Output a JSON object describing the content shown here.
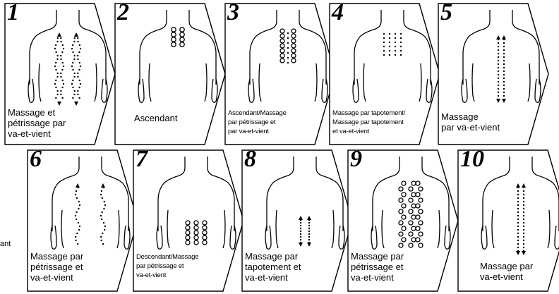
{
  "steps": [
    {
      "num": "1",
      "caption": [
        "Massage et",
        "pétrissage par",
        "va-et-vient"
      ],
      "pattern": "kneading-full"
    },
    {
      "num": "2",
      "caption": [
        "Ascendant"
      ],
      "pattern": "neck-circles"
    },
    {
      "num": "3",
      "caption": [
        "Ascendant/Massage",
        "par pétrissage et",
        "par va-et-vient"
      ],
      "pattern": "upper-circles"
    },
    {
      "num": "4",
      "caption": [
        "Massage par tapotement/",
        "Massage par tapotement",
        "et va-et-vient"
      ],
      "pattern": "tapping-dots"
    },
    {
      "num": "5",
      "caption": [
        "Massage",
        "par va-et-vient"
      ],
      "pattern": "rolling-center"
    },
    {
      "num": "6",
      "caption": [
        "Massage par",
        "pétrissage et",
        "va-et-vient"
      ],
      "pattern": "side-waves"
    },
    {
      "num": "7",
      "caption": [
        "Descendant/Massage",
        "par pétrissage et",
        "va-et-vient"
      ],
      "pattern": "lower-circles"
    },
    {
      "num": "8",
      "caption": [
        "Massage par",
        "tapotement et",
        "va-et-vient"
      ],
      "pattern": "lower-arrows"
    },
    {
      "num": "9",
      "caption": [
        "Massage par",
        "pétrissage et",
        "va-et-vient"
      ],
      "pattern": "full-circles"
    },
    {
      "num": "10",
      "caption": [
        "Massage par",
        "va-et-vient"
      ],
      "pattern": "rolling-center-long"
    }
  ],
  "stray_text": "ant"
}
